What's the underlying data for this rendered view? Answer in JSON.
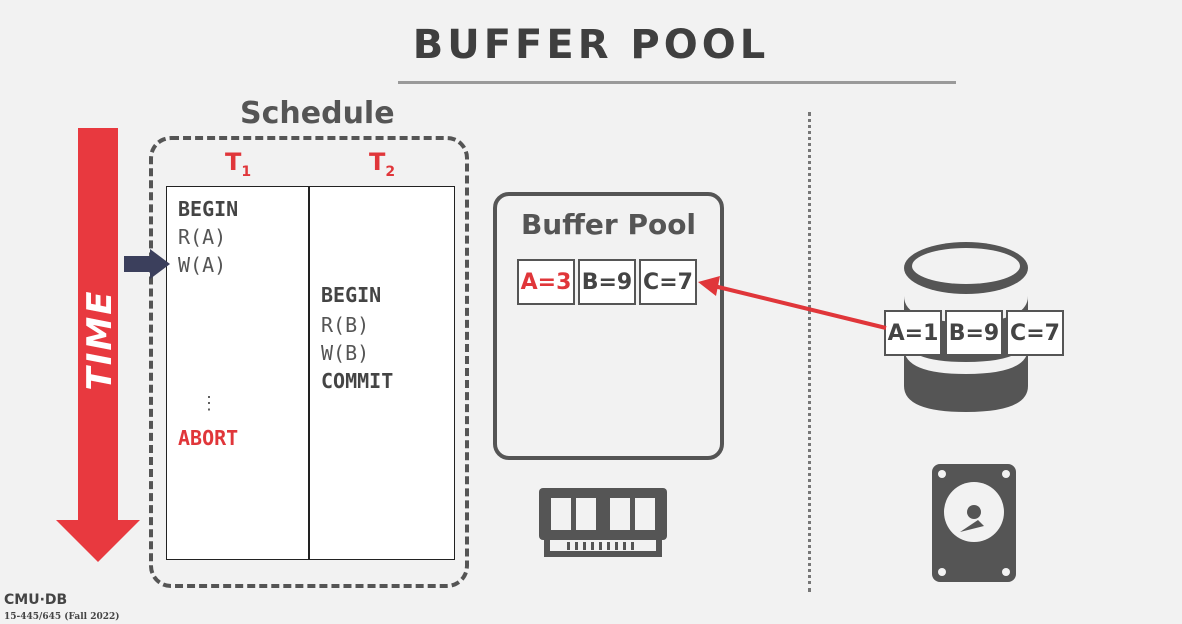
{
  "slide": {
    "title": "BUFFER POOL",
    "footer_logo": "CMU·DB",
    "footer_course": "15-445/645 (Fall 2022)"
  },
  "time_arrow": {
    "label": "TIME"
  },
  "schedule": {
    "label": "Schedule",
    "t1": {
      "name": "T",
      "subscript": "1",
      "ops": [
        "BEGIN",
        "R(A)",
        "W(A)",
        "⋮",
        "ABORT"
      ]
    },
    "t2": {
      "name": "T",
      "subscript": "2",
      "ops": [
        "BEGIN",
        "R(B)",
        "W(B)",
        "COMMIT"
      ]
    }
  },
  "buffer_pool": {
    "label": "Buffer Pool",
    "cells": [
      "A=3",
      "B=9",
      "C=7"
    ]
  },
  "disk": {
    "cells": [
      "A=1",
      "B=9",
      "C=7"
    ]
  },
  "colors": {
    "accent": "#e0363a",
    "text": "#555555",
    "pointer": "#3b3f5c"
  }
}
